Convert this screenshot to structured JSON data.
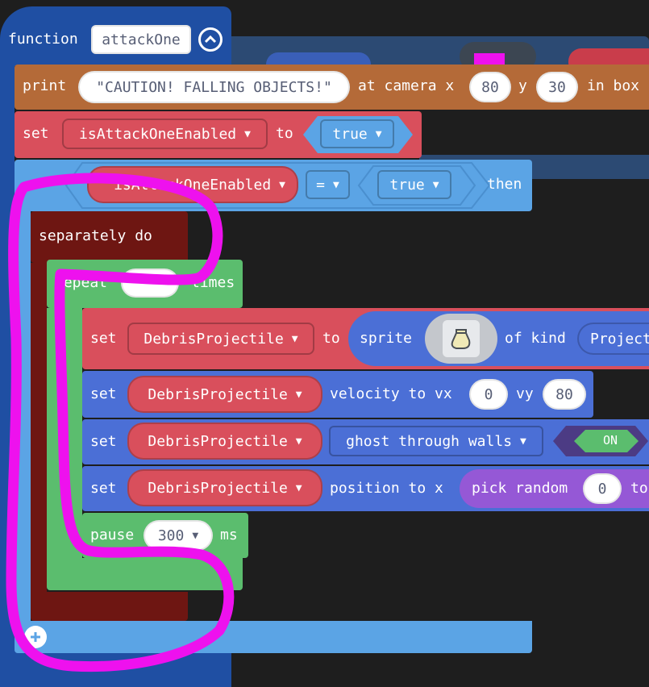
{
  "colors": {
    "background": "#1e1e1e",
    "function_block": "#1f4fa3",
    "text_block": "#b46a38",
    "variables": "#d94f5c",
    "logic": "#5ba4e5",
    "control": "#6e1612",
    "loops": "#5bbd6e",
    "sprites": "#4b6fd6",
    "math": "#9558d6",
    "annotation": "#ee11ee"
  },
  "function_block": {
    "keyword": "function",
    "name": "attackOne",
    "collapse_icon": "chevron-up-circle-icon",
    "add_icon": "plus-circle-icon"
  },
  "print_block": {
    "keyword": "print",
    "message": "\"CAUTION! FALLING OBJECTS!\"",
    "at_camera_label": "at camera x",
    "x_value": "80",
    "y_label": "y",
    "y_value": "30",
    "in_box_label": "in box"
  },
  "set_enabled_block": {
    "keyword": "set",
    "variable": "isAttackOneEnabled",
    "to_label": "to",
    "value": "true"
  },
  "if_block": {
    "condition_variable": "isAttackOneEnabled",
    "operator": "=",
    "value": "true",
    "then_label": "then"
  },
  "separately_block": {
    "label": "separately do"
  },
  "repeat_block": {
    "label": "repeat",
    "times_label": "times"
  },
  "set_sprite_block": {
    "keyword": "set",
    "variable": "DebrisProjectile",
    "to_label": "to",
    "sprite_label": "sprite",
    "of_kind_label": "of kind",
    "kind": "Projectile",
    "sprite_icon": "sprite-thumbnail-icon"
  },
  "velocity_block": {
    "keyword": "set",
    "variable": "DebrisProjectile",
    "label": "velocity to vx",
    "vx": "0",
    "vy_label": "vy",
    "vy": "80"
  },
  "ghost_block": {
    "keyword": "set",
    "variable": "DebrisProjectile",
    "flag": "ghost through walls",
    "toggle": "ON"
  },
  "position_block": {
    "keyword": "set",
    "variable": "DebrisProjectile",
    "label": "position to x",
    "random_label": "pick random",
    "random_from": "0",
    "to_label": "to"
  },
  "pause_block": {
    "keyword": "pause",
    "value": "300",
    "unit": "ms"
  }
}
